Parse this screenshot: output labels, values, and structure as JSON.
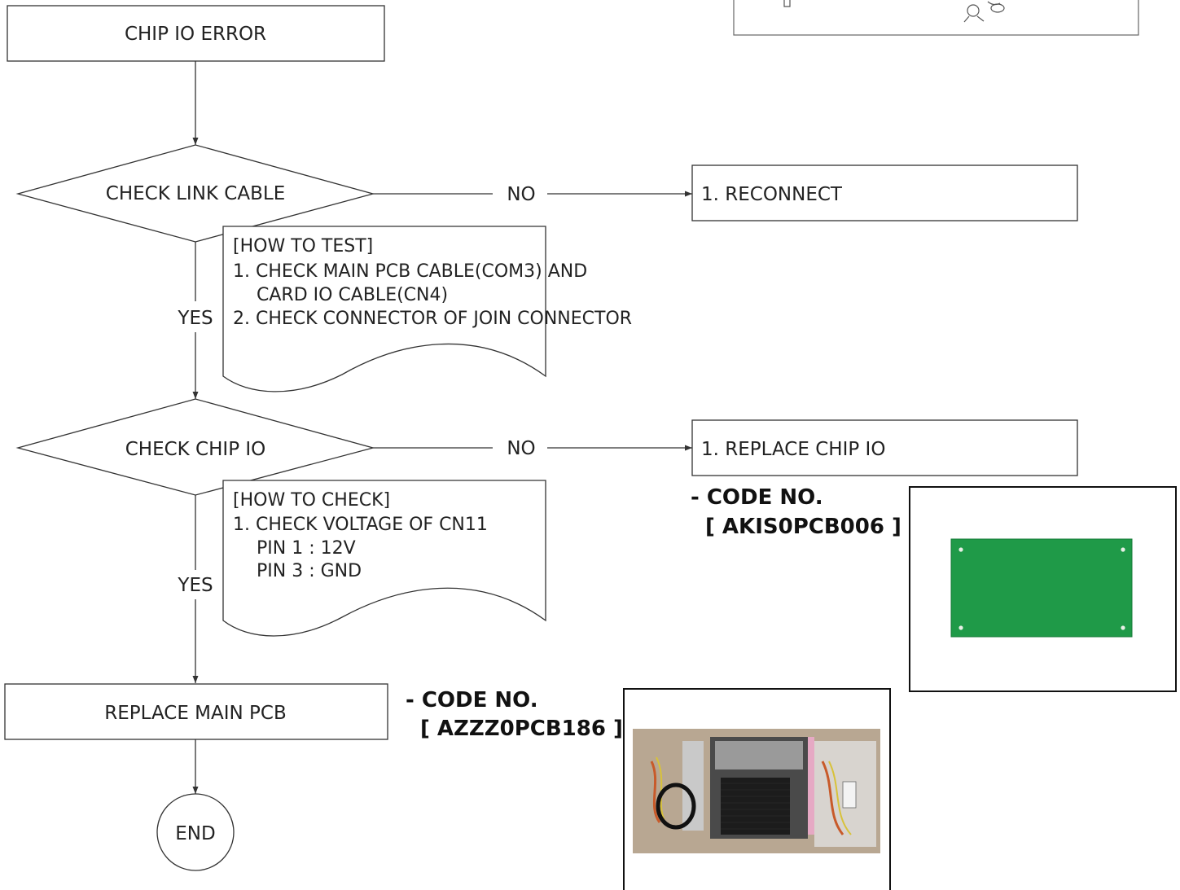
{
  "start": {
    "label": "CHIP IO ERROR"
  },
  "decision_link": {
    "label": "CHECK LINK CABLE"
  },
  "decision_chip": {
    "label": "CHECK CHIP IO"
  },
  "no_label_1": "NO",
  "no_label_2": "NO",
  "yes_label_1": "YES",
  "yes_label_2": "YES",
  "action_reconnect": {
    "label": "1. RECONNECT"
  },
  "action_replace_chip": {
    "label": "1. REPLACE CHIP IO"
  },
  "replace_main": {
    "label": "REPLACE MAIN PCB"
  },
  "end": {
    "label": "END"
  },
  "note_test": {
    "lines": [
      "[HOW TO TEST]",
      "1. CHECK MAIN PCB CABLE(COM3) AND",
      "CARD IO CABLE(CN4)",
      "2. CHECK CONNECTOR OF JOIN CONNECTOR"
    ]
  },
  "note_check": {
    "lines": [
      "[HOW TO CHECK]",
      "1. CHECK VOLTAGE OF CN11",
      "PIN 1 : 12V",
      "PIN 3 : GND"
    ]
  },
  "code_chip": {
    "title": "- CODE NO.",
    "value": "[ AKIS0PCB006 ]"
  },
  "code_main": {
    "title": "- CODE NO.",
    "value": "[ AZZZ0PCB186 ]"
  },
  "colors": {
    "pcb_green": "#1f9a48",
    "photo_bg": "#b8a792"
  },
  "icons": [
    "chip-io-board-image",
    "main-pcb-board-image",
    "top-panel-partial-image"
  ]
}
